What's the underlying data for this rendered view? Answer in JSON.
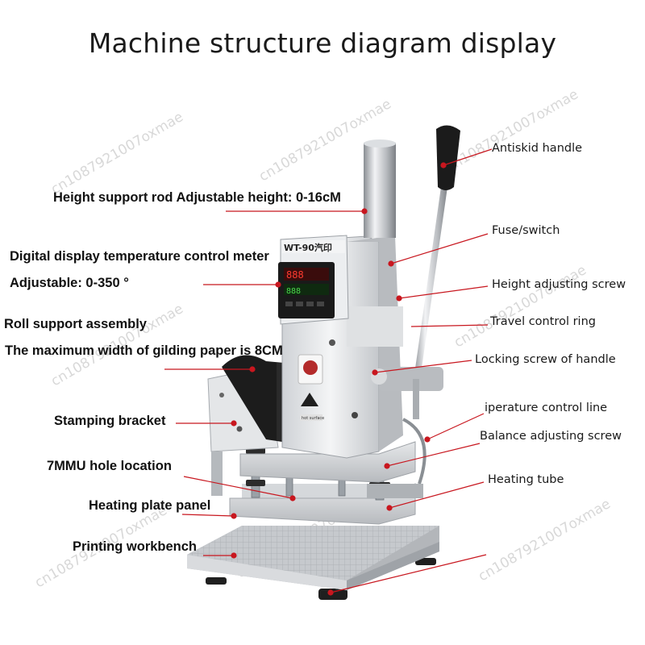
{
  "title": "Machine structure diagram display",
  "watermark": "cn1087921007oxmae",
  "display_model": "WT-90汽印",
  "label_panel": "hot surface",
  "colors": {
    "leader": "#c8171f",
    "metal": "#c9ccd0",
    "dark": "#1d1d1d"
  },
  "labels_left": [
    "Height support rod Adjustable height: 0-16cM",
    "Digital display temperature control meter",
    "Adjustable: 0-350 °",
    "Roll support assembly",
    "The maximum width of gilding paper is 8CM",
    "Stamping bracket",
    "7MMU hole location",
    "Heating plate panel",
    "Printing workbench"
  ],
  "labels_right": [
    "Antiskid handle",
    "Fuse/switch",
    "Height adjusting screw",
    "Travel control ring",
    "Locking screw of handle",
    "iperature control line",
    "Balance adjusting screw",
    "Heating tube"
  ]
}
